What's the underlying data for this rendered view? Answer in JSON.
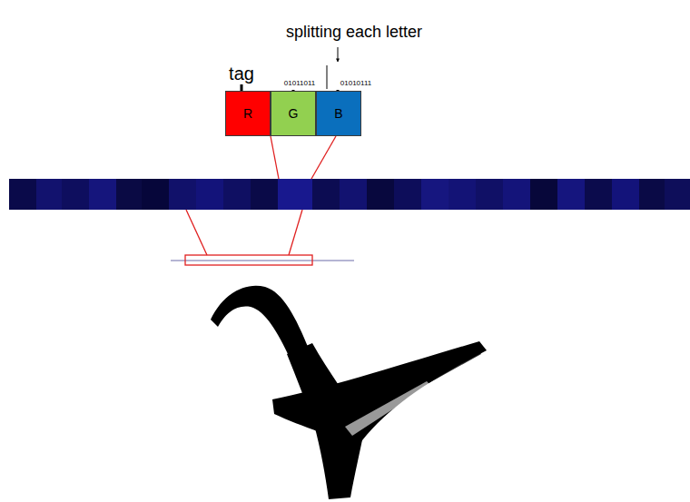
{
  "diagram": {
    "nodes": [
      {
        "text": [
          "R"
        ]
      },
      {
        "text": [
          "G"
        ]
      },
      {
        "text": [
          "B"
        ]
      }
    ],
    "labels": [
      "splitting each letter",
      "tag",
      "01011011",
      "01010111"
    ]
  }
}
